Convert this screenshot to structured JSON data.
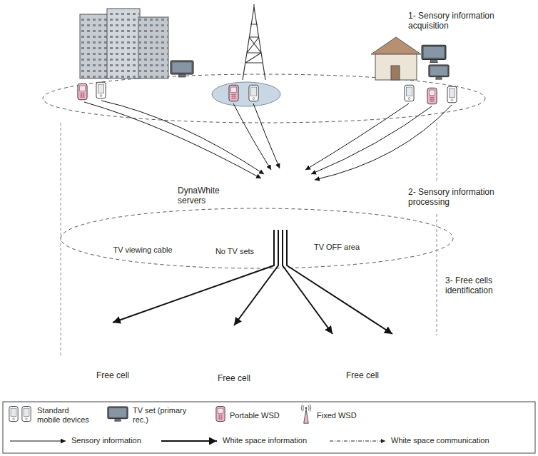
{
  "diagram": {
    "nodes": [
      {
        "text": [
          "1- Sensory information acquisition"
        ]
      },
      {
        "text": [
          "2- Sensory information processing"
        ]
      },
      {
        "text": [
          "3- Free cells identification"
        ]
      },
      {
        "text": [
          "DynaWhite servers"
        ],
        "in": 1
      },
      {
        "text": [
          "TV viewing cable"
        ],
        "in": 1
      },
      {
        "text": [
          "No TV sets"
        ],
        "in": 1
      },
      {
        "text": [
          "TV OFF area"
        ],
        "in": 1
      },
      {
        "text": [
          "Free cell"
        ],
        "in": 2
      },
      {
        "text": [
          "Free cell"
        ],
        "in": 2
      },
      {
        "text": [
          "Free cell"
        ],
        "in": 2
      }
    ],
    "edges": [
      {
        "from": 3,
        "to": 7,
        "arrow": "to"
      },
      {
        "from": 3,
        "to": 8,
        "arrow": "to"
      },
      {
        "from": 3,
        "to": 9,
        "arrow": "to"
      },
      {
        "from": 3,
        "to": 9,
        "arrow": "to"
      }
    ],
    "legend": [
      {
        "text": "Standard mobile devices"
      },
      {
        "text": "TV set (primary rec.)"
      },
      {
        "text": "Portable WSD"
      },
      {
        "text": "Fixed WSD"
      },
      {
        "text": "Sensory information"
      },
      {
        "text": "White space information"
      },
      {
        "text": "White space communication"
      }
    ]
  }
}
